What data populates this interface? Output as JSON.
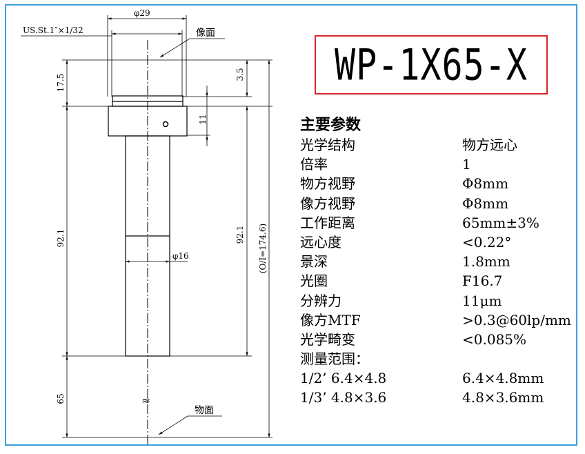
{
  "title": "WP-1X65-X",
  "drawing": {
    "thread_label": "US.St.1″×1/32",
    "image_plane_label": "像面",
    "object_plane_label": "物面",
    "dims": {
      "top_diameter": "φ29",
      "barrel_diameter": "φ16",
      "d17_5": "17.5",
      "d3_5": "3.5",
      "d11": "11",
      "d92_1_left": "92.1",
      "d92_1_right": "92.1",
      "total": "(O/I=174.6)",
      "d65": "65",
      "break_mark": "≈"
    }
  },
  "specs": {
    "heading": "主要参数",
    "rows": [
      {
        "key": "光学结构",
        "value": "物方远心"
      },
      {
        "key": "倍率",
        "value": "1"
      },
      {
        "key": "物方视野",
        "value": "Φ8mm"
      },
      {
        "key": "像方视野",
        "value": "Φ8mm"
      },
      {
        "key": "工作距离",
        "value": "65mm±3%"
      },
      {
        "key": "远心度",
        "value": "<0.22°"
      },
      {
        "key": "景深",
        "value": "1.8mm"
      },
      {
        "key": "光圈",
        "value": "F16.7"
      },
      {
        "key": "分辨力",
        "value": "11μm"
      },
      {
        "key": "像方MTF",
        "value": ">0.3@60lp/mm"
      },
      {
        "key": "光学畸变",
        "value": "<0.085%"
      },
      {
        "key": "测量范围：",
        "value": ""
      },
      {
        "key": "1/2’ 6.4×4.8",
        "value": "6.4×4.8mm"
      },
      {
        "key": "1/3’ 4.8×3.6",
        "value": "4.8×3.6mm"
      }
    ]
  }
}
